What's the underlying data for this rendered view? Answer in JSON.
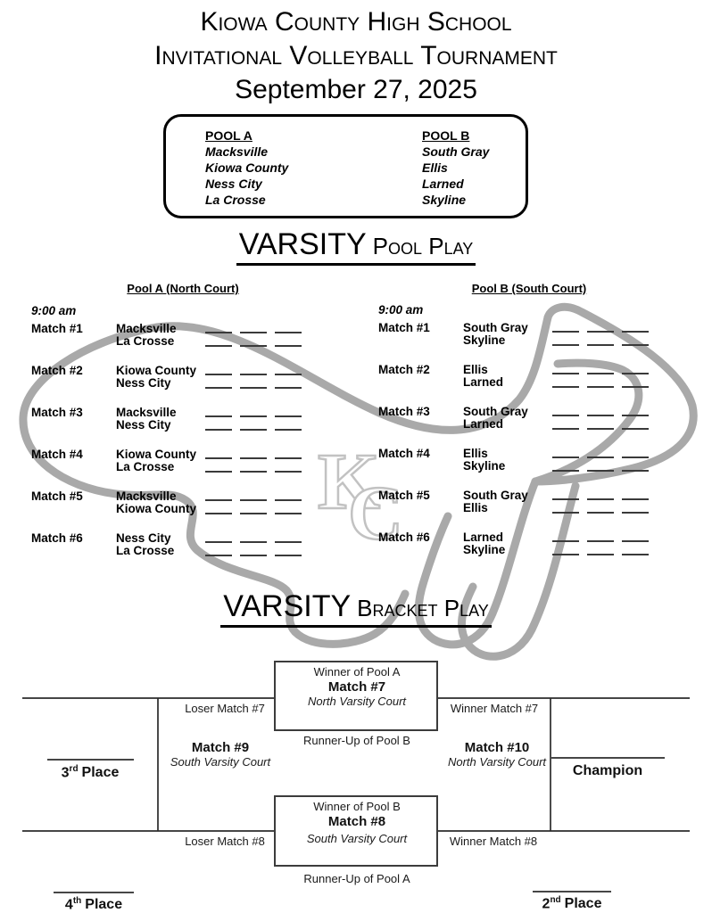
{
  "title": {
    "line1": "Kiowa County High School",
    "line2": "Invitational Volleyball Tournament",
    "line3": "September 27, 2025"
  },
  "pools_box": {
    "pool_a": {
      "header": "POOL A",
      "teams": [
        "Macksville",
        "Kiowa County",
        "Ness City",
        "La Crosse"
      ]
    },
    "pool_b": {
      "header": "POOL B",
      "teams": [
        "South Gray",
        "Ellis",
        "Larned",
        "Skyline"
      ]
    }
  },
  "pool_play": {
    "heading_main": "VARSITY",
    "heading_sub": "Pool Play",
    "score_blanks_per_team": 3,
    "columns": [
      {
        "header": "Pool A (North Court)",
        "start_time": "9:00 am",
        "matches": [
          {
            "label": "Match #1",
            "team1": "Macksville",
            "team2": "La Crosse"
          },
          {
            "label": "Match #2",
            "team1": "Kiowa County",
            "team2": "Ness City"
          },
          {
            "label": "Match #3",
            "team1": "Macksville",
            "team2": "Ness City"
          },
          {
            "label": "Match #4",
            "team1": "Kiowa County",
            "team2": "La Crosse"
          },
          {
            "label": "Match #5",
            "team1": "Macksville",
            "team2": "Kiowa County"
          },
          {
            "label": "Match #6",
            "team1": "Ness City",
            "team2": "La Crosse"
          }
        ]
      },
      {
        "header": "Pool B (South Court)",
        "start_time": "9:00 am",
        "matches": [
          {
            "label": "Match #1",
            "team1": "South Gray",
            "team2": "Skyline"
          },
          {
            "label": "Match #2",
            "team1": "Ellis",
            "team2": "Larned"
          },
          {
            "label": "Match #3",
            "team1": "South Gray",
            "team2": "Larned"
          },
          {
            "label": "Match #4",
            "team1": "Ellis",
            "team2": "Skyline"
          },
          {
            "label": "Match #5",
            "team1": "South Gray",
            "team2": "Ellis"
          },
          {
            "label": "Match #6",
            "team1": "Larned",
            "team2": "Skyline"
          }
        ]
      }
    ]
  },
  "bracket": {
    "heading_main": "VARSITY",
    "heading_sub": "Bracket Play",
    "match7": {
      "top_seed": "Winner of Pool A",
      "name": "Match #7",
      "court": "North Varsity Court",
      "bottom_seed": "Runner-Up of Pool B"
    },
    "match8": {
      "top_seed": "Winner of Pool B",
      "name": "Match #8",
      "court": "South Varsity Court",
      "bottom_seed": "Runner-Up of Pool A"
    },
    "match9": {
      "name": "Match #9",
      "court": "South Varsity Court"
    },
    "match10": {
      "name": "Match #10",
      "court": "North Varsity Court"
    },
    "feeders": {
      "loser7": "Loser Match #7",
      "winner7": "Winner Match #7",
      "loser8": "Loser Match #8",
      "winner8": "Winner Match #8"
    },
    "places": {
      "champion": "Champion",
      "second": {
        "num": "2",
        "ord": "nd",
        "word": "Place"
      },
      "third": {
        "num": "3",
        "ord": "rd",
        "word": "Place"
      },
      "fourth": {
        "num": "4",
        "ord": "th",
        "word": "Place"
      }
    }
  },
  "watermark": {
    "letter_k": "K",
    "letter_c": "C"
  },
  "colors": {
    "ink": "#000000",
    "watermark_gray": "#a9a9a9",
    "logo_outline_gray": "#c2c2c2"
  }
}
